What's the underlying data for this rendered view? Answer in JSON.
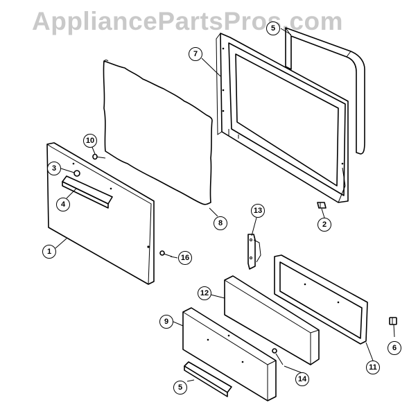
{
  "watermark": "AppliancePartsPros.com",
  "callouts": {
    "c1": "1",
    "c2": "2",
    "c3": "3",
    "c4": "4",
    "c5a": "5",
    "c5b": "5",
    "c6": "6",
    "c7": "7",
    "c8": "8",
    "c9": "9",
    "c10": "10",
    "c11": "11",
    "c12": "12",
    "c13": "13",
    "c14": "14",
    "c16": "16"
  }
}
